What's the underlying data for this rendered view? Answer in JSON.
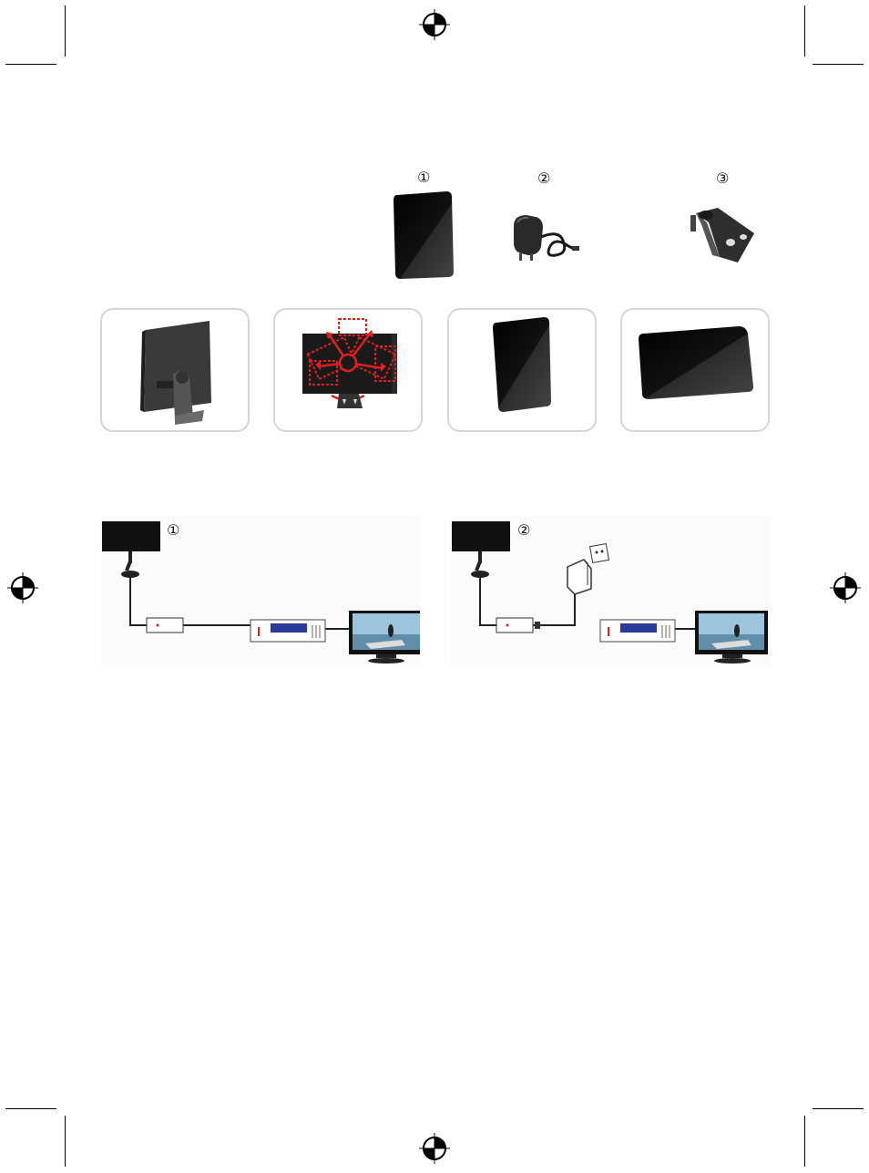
{
  "package_contents": [
    {
      "marker": "①",
      "item": "antenna-panel"
    },
    {
      "marker": "②",
      "item": "power-adapter"
    },
    {
      "marker": "③",
      "item": "mounting-bracket"
    }
  ],
  "placement_cards": [
    {
      "view": "rear-with-stand"
    },
    {
      "view": "rotation-positions"
    },
    {
      "view": "portrait"
    },
    {
      "view": "landscape"
    }
  ],
  "connection_diagrams": [
    {
      "marker": "①",
      "mode": "without-adapter"
    },
    {
      "marker": "②",
      "mode": "with-adapter"
    }
  ],
  "colors": {
    "panel": "#0a0a0a",
    "card_border": "#d6d6d6",
    "arrow_red": "#e02020",
    "receiver_blue": "#2b3b9a",
    "tv_screen": "#9cc4dc"
  }
}
